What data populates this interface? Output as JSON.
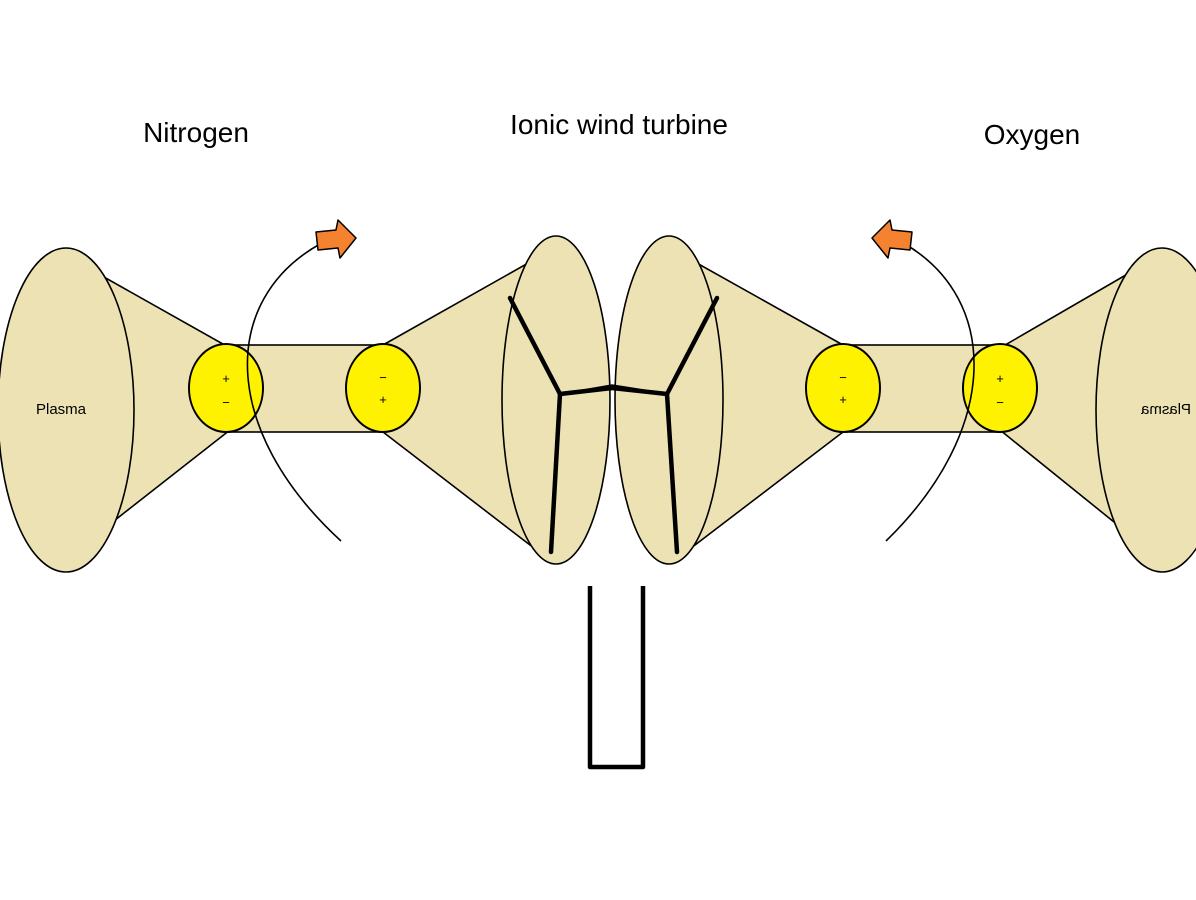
{
  "labels": {
    "left_title": "Nitrogen",
    "center_title": "Ionic wind turbine",
    "right_title": "Oxygen",
    "left_plasma": "Plasma",
    "right_plasma": "Plasma"
  },
  "electrodes": {
    "left_outer": {
      "top": "+",
      "bottom": "−"
    },
    "left_inner": {
      "top": "−",
      "bottom": "+"
    },
    "right_inner": {
      "top": "−",
      "bottom": "+"
    },
    "right_outer": {
      "top": "+",
      "bottom": "−"
    }
  },
  "colors": {
    "body": "#ede2b3",
    "electrode": "#fff200",
    "arrow": "#f5822f",
    "outline": "#000000"
  }
}
